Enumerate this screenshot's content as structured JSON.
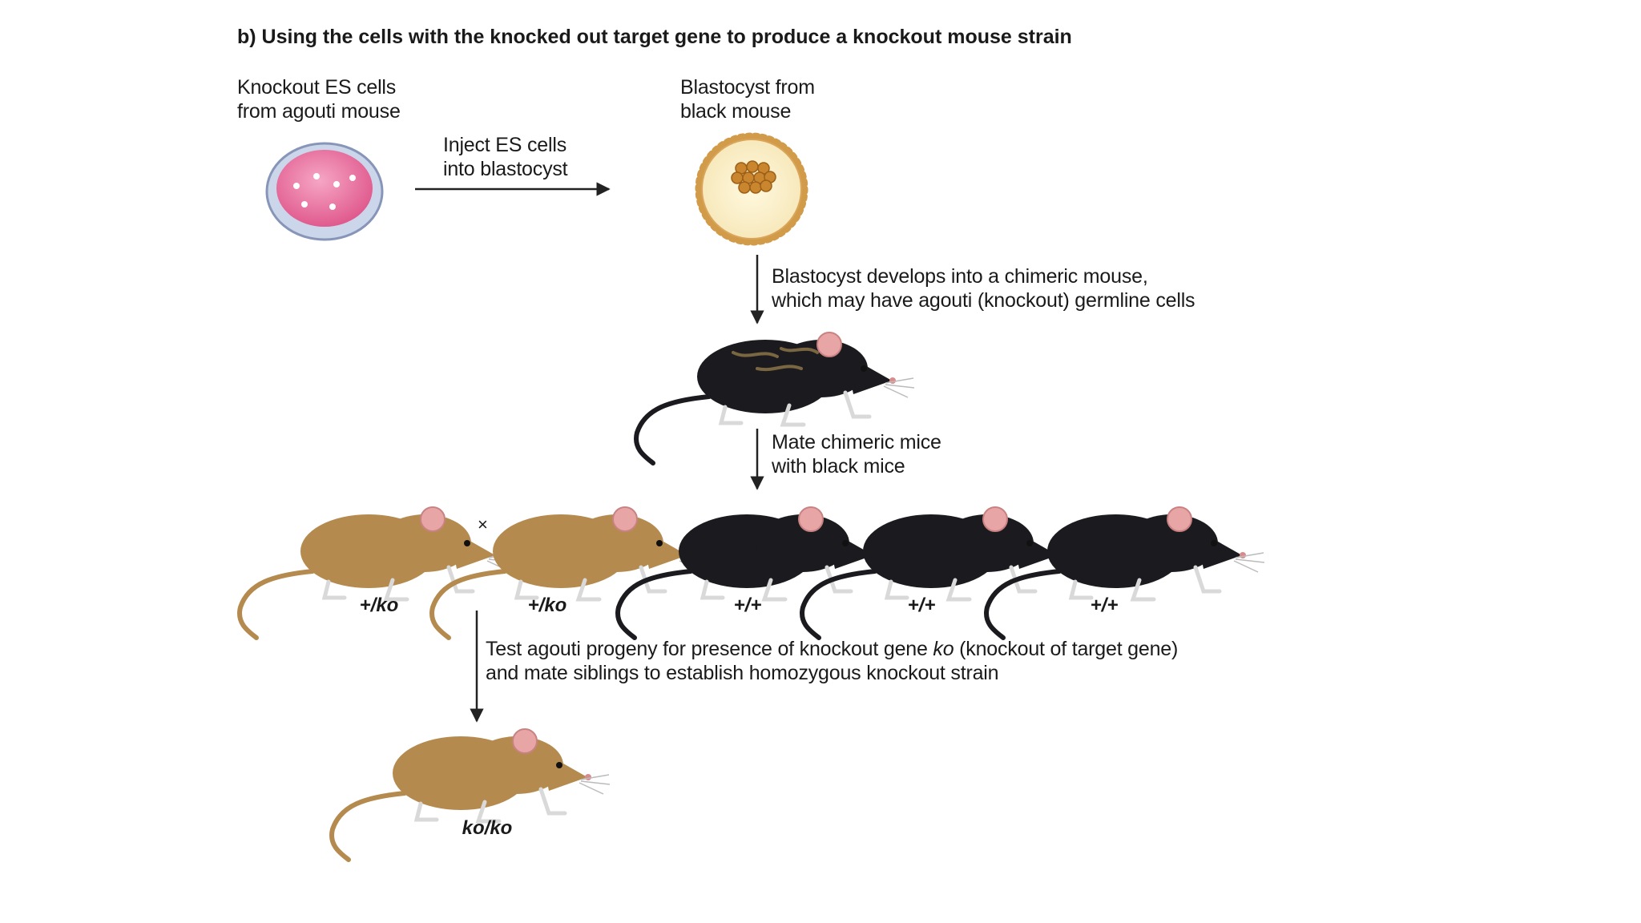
{
  "title": "b) Using the cells with the knocked out target gene to produce a knockout mouse strain",
  "es_cells_label": [
    "Knockout ES cells",
    "from agouti mouse"
  ],
  "inject_label": [
    "Inject ES cells",
    "into blastocyst"
  ],
  "blastocyst_label": [
    "Blastocyst from",
    "black mouse"
  ],
  "develop_label": [
    "Blastocyst develops into a chimeric mouse,",
    "which may have agouti (knockout) germline cells"
  ],
  "mate_label": [
    "Mate chimeric mice",
    "with black mice"
  ],
  "cross_symbol": "×",
  "test_label_line1_before": "Test agouti progeny for presence of knockout gene ",
  "test_label_line1_italic": "ko",
  "test_label_line1_after": " (knockout of target gene)",
  "test_label_line2": "and mate siblings to establish homozygous knockout strain",
  "progeny": [
    {
      "genotype": "+/ko",
      "coat": "agouti"
    },
    {
      "genotype": "+/ko",
      "coat": "agouti"
    },
    {
      "genotype": "+/+",
      "coat": "black"
    },
    {
      "genotype": "+/+",
      "coat": "black"
    },
    {
      "genotype": "+/+",
      "coat": "black"
    }
  ],
  "final_genotype": "ko/ko",
  "colors": {
    "agouti": "#b58a4f",
    "black": "#1b1b1f",
    "dish_medium": "#e9749f",
    "blastocyst_cells": "#c9862f",
    "ear": "#e8a5a5",
    "arrow": "#222222"
  }
}
